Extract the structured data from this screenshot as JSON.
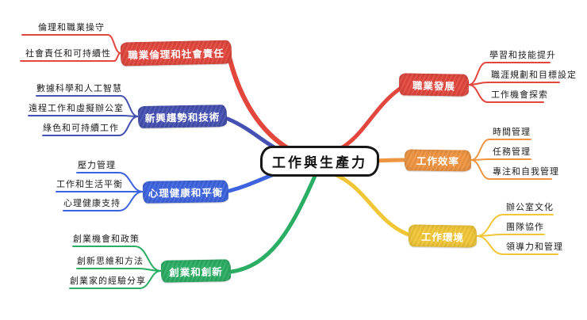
{
  "central": {
    "label": "工作與生產力"
  },
  "branches": [
    {
      "id": "career-ethics",
      "label": "職業倫理和社會責任",
      "color": "#e2463c",
      "leaves": [
        {
          "label": "倫理和職業操守"
        },
        {
          "label": "社會責任和可持續性"
        }
      ]
    },
    {
      "id": "emerging-trends",
      "label": "新興趨勢和技術",
      "color": "#4450b2",
      "leaves": [
        {
          "label": "數據科學和人工智慧"
        },
        {
          "label": "遠程工作和虛擬辦公室"
        },
        {
          "label": "綠色和可持續工作"
        }
      ]
    },
    {
      "id": "mental-balance",
      "label": "心理健康和平衡",
      "color": "#3d63e0",
      "leaves": [
        {
          "label": "壓力管理"
        },
        {
          "label": "工作和生活平衡"
        },
        {
          "label": "心理健康支持"
        }
      ]
    },
    {
      "id": "entrepreneurship",
      "label": "創業和創新",
      "color": "#2aae63",
      "leaves": [
        {
          "label": "創業機會和政策"
        },
        {
          "label": "創新思維和方法"
        },
        {
          "label": "創業家的經驗分享"
        }
      ]
    },
    {
      "id": "career-development",
      "label": "職業發展",
      "color": "#e2463c",
      "leaves": [
        {
          "label": "學習和技能提升"
        },
        {
          "label": "職涯規劃和目標設定"
        },
        {
          "label": "工作機會探索"
        }
      ]
    },
    {
      "id": "work-efficiency",
      "label": "工作效率",
      "color": "#ef9440",
      "leaves": [
        {
          "label": "時間管理"
        },
        {
          "label": "任務管理"
        },
        {
          "label": "專注和自我管理"
        }
      ]
    },
    {
      "id": "work-environment",
      "label": "工作環境",
      "color": "#f1c636",
      "leaves": [
        {
          "label": "辦公室文化"
        },
        {
          "label": "團隊協作"
        },
        {
          "label": "領導力和管理"
        }
      ]
    }
  ]
}
